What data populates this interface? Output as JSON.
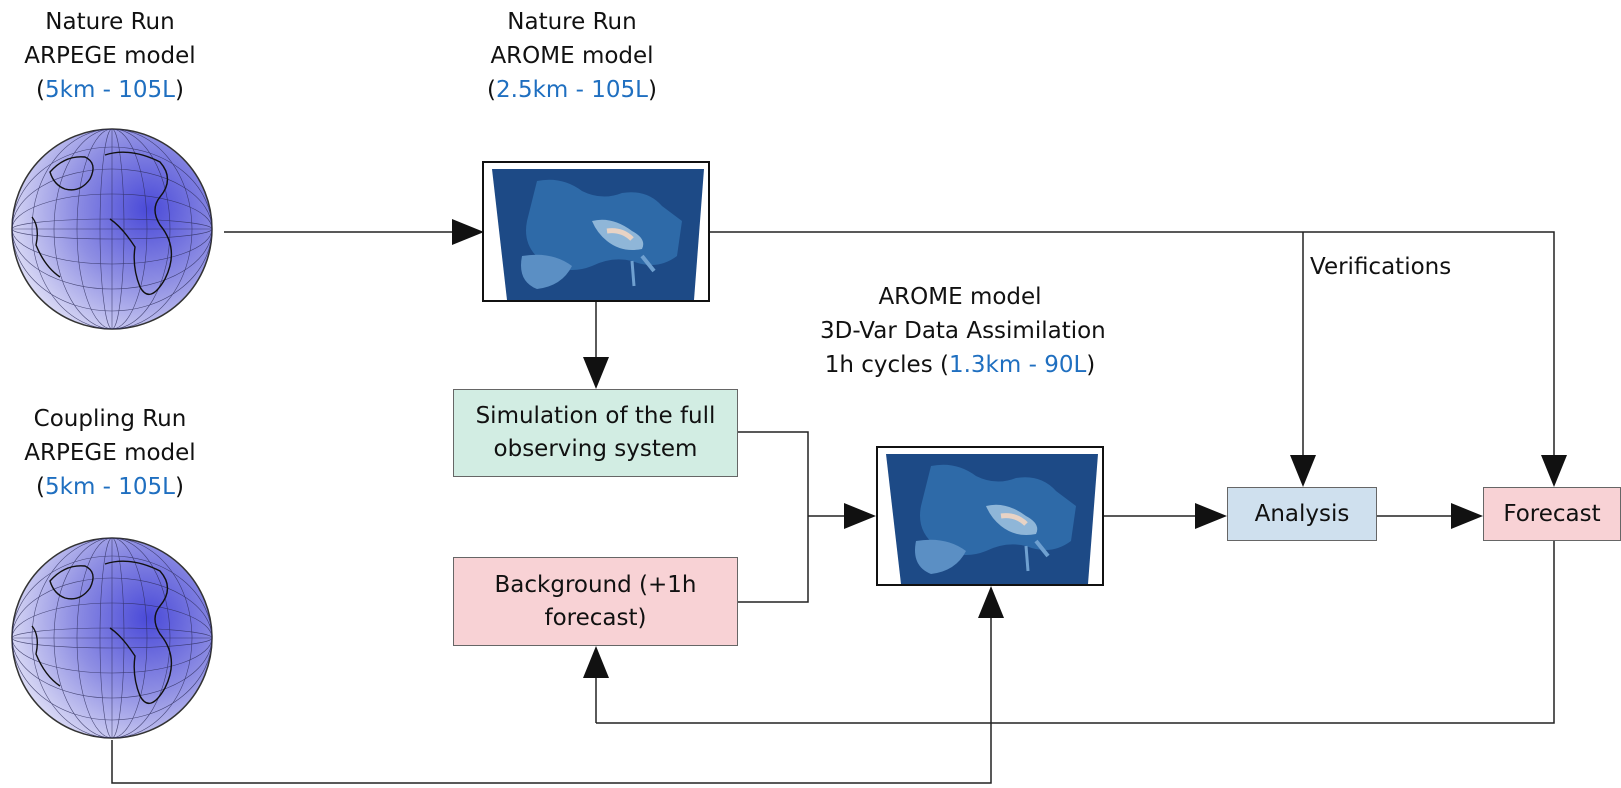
{
  "nature_arpege": {
    "line1": "Nature Run",
    "line2": "ARPEGE model",
    "res_open": "(",
    "res": "5km - 105L",
    "res_close": ")"
  },
  "nature_arome": {
    "line1": "Nature Run",
    "line2": "AROME model",
    "res_open": "(",
    "res": "2.5km - 105L",
    "res_close": ")"
  },
  "coupling_arpege": {
    "line1": "Coupling Run",
    "line2": "ARPEGE model",
    "res_open": "(",
    "res": "5km - 105L",
    "res_close": ")"
  },
  "assimilation": {
    "line1": "AROME model",
    "line2": "3D-Var Data Assimilation",
    "line3_prefix": "1h cycles (",
    "res": "1.3km - 90L",
    "res_close": ")"
  },
  "verifications_label": "Verifications",
  "boxes": {
    "simulation": [
      "Simulation of the full",
      "observing system"
    ],
    "background": [
      "Background (+1h",
      "forecast)"
    ],
    "analysis": "Analysis",
    "forecast": "Forecast"
  },
  "colors": {
    "resolution_text": "#1f6fc0",
    "simulation_box": "#d2ede3",
    "background_box": "#f8d2d5",
    "analysis_box": "#cfe0ee",
    "forecast_box": "#f8d2d5"
  }
}
